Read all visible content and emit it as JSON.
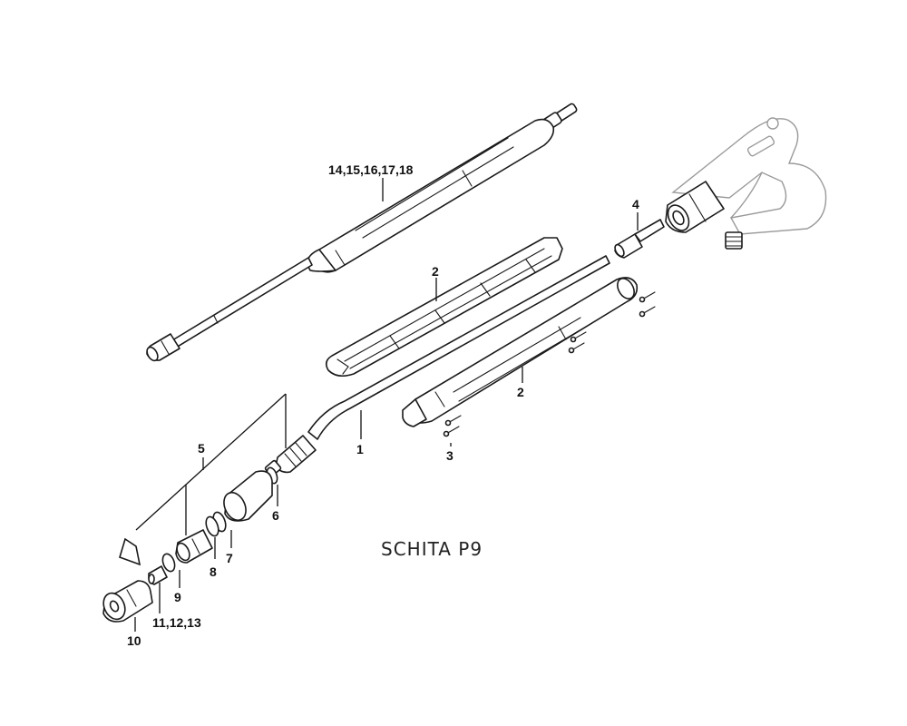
{
  "title": "SCHITA P9",
  "labels": {
    "l14_18": "14,15,16,17,18",
    "l2a": "2",
    "l2b": "2",
    "l1": "1",
    "l3": "3",
    "l4": "4",
    "l5": "5",
    "l6": "6",
    "l7": "7",
    "l8": "8",
    "l9": "9",
    "l10": "10",
    "l11_13": "11,12,13"
  }
}
